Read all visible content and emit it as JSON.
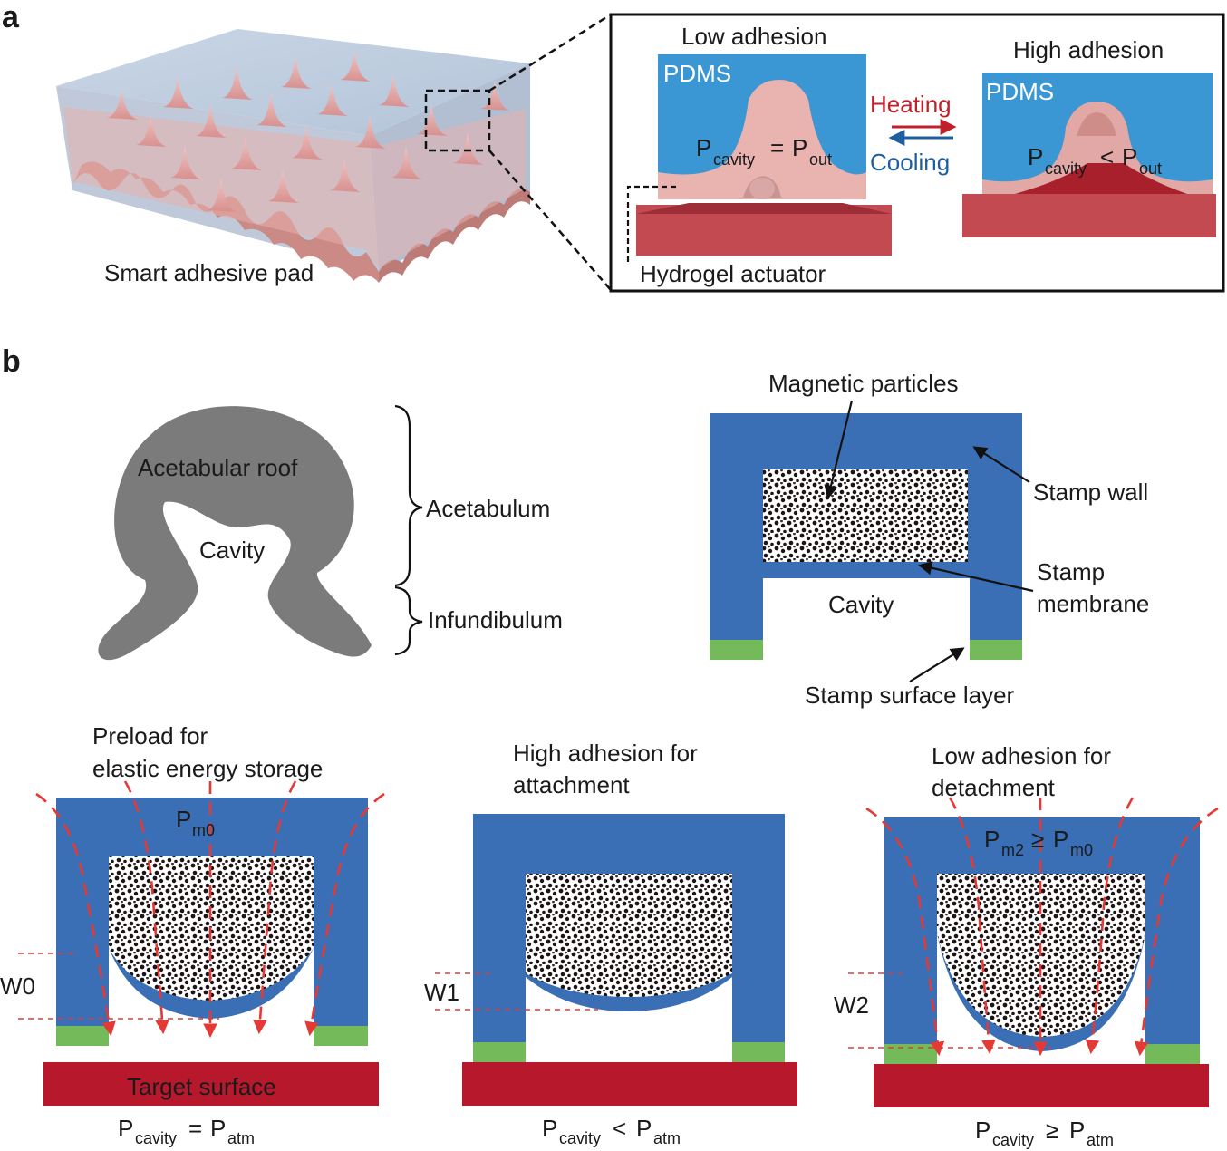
{
  "panel_a": {
    "letter": "a",
    "pad_label": "Smart adhesive pad",
    "low_adhesion": "Low adhesion",
    "high_adhesion": "High adhesion",
    "pdms": "PDMS",
    "heating": "Heating",
    "cooling": "Cooling",
    "hydrogel": "Hydrogel actuator",
    "p_main": "P",
    "cavity_sub": "cavity",
    "out_sub": "out",
    "eq": "=",
    "lt": "<"
  },
  "panel_b": {
    "letter": "b",
    "acetabular_roof": "Acetabular roof",
    "cavity": "Cavity",
    "acetabulum": "Acetabulum",
    "infundibulum": "Infundibulum",
    "magnetic_particles": "Magnetic particles",
    "stamp_wall": "Stamp wall",
    "stamp_membrane_1": "Stamp",
    "stamp_membrane_2": "membrane",
    "stamp_cavity": "Cavity",
    "stamp_surface_layer": "Stamp surface layer"
  },
  "stages": [
    {
      "title_1": "Preload for",
      "title_2": "elastic energy storage",
      "w_label": "W0",
      "pm_main": "P",
      "pm_sub": "m0",
      "target": "Target surface",
      "eq_main": "P",
      "eq_sub": "cavity",
      "eq_op": "=",
      "eq_rhs_main": "P",
      "eq_rhs_sub": "atm"
    },
    {
      "title_1": "High adhesion for",
      "title_2": "attachment",
      "w_label": "W1",
      "eq_main": "P",
      "eq_sub": "cavity",
      "eq_op": "<",
      "eq_rhs_main": "P",
      "eq_rhs_sub": "atm"
    },
    {
      "title_1": "Low adhesion for",
      "title_2": "detachment",
      "w_label": "W2",
      "pm_main": "P",
      "pm_sub": "m2",
      "pm_op": "≥",
      "pm_rhs_main": "P",
      "pm_rhs_sub": "m0",
      "eq_main": "P",
      "eq_sub": "cavity",
      "eq_op": "≥",
      "eq_rhs_main": "P",
      "eq_rhs_sub": "atm"
    }
  ],
  "colors": {
    "stamp_blue": "#3a6fb5",
    "pdms_blue": "#3b97d3",
    "surface_green": "#74b95a",
    "target_red": "#b8182c",
    "hydrogel_red": "#c44a52",
    "pink": "#e9b3b0",
    "grey": "#7b7b7b",
    "arrow_red": "#e53935",
    "heating_red": "#c0202a",
    "cooling_blue": "#1f5f9e"
  }
}
